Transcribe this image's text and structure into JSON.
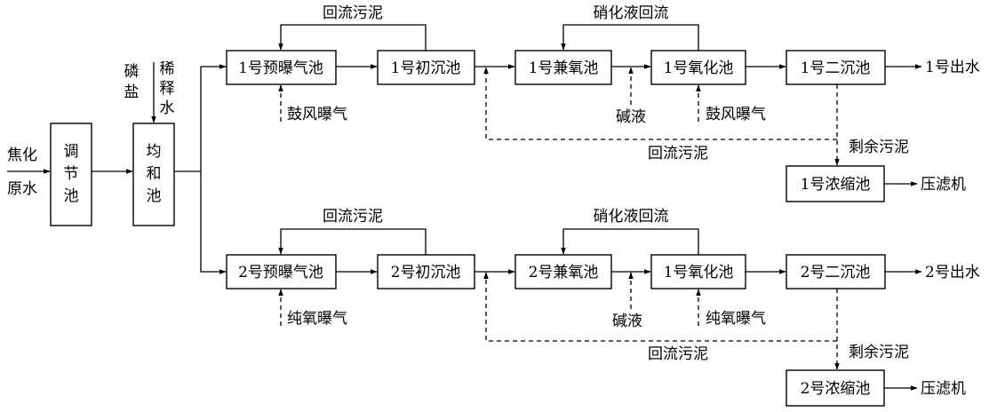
{
  "feed": {
    "line1": "焦化",
    "line2": "原水"
  },
  "regulating_tank": [
    "调",
    "节",
    "池"
  ],
  "equalization_tank": [
    "均",
    "和",
    "池"
  ],
  "phosphate": [
    "磷",
    "盐"
  ],
  "dilution_water": [
    "稀",
    "释",
    "水"
  ],
  "train1": {
    "pre_aeration": "1号预曝气池",
    "primary_clarifier": "1号初沉池",
    "anoxic": "1号兼氧池",
    "oxic": "1号氧化池",
    "secondary_clarifier": "1号二沉池",
    "effluent": "1号出水",
    "sludge_return_top": "回流污泥",
    "nitrate_return": "硝化液回流",
    "aeration_pre": "鼓风曝气",
    "alkali": "碱液",
    "aeration_oxic": "鼓风曝气",
    "sludge_return_bottom": "回流污泥",
    "excess_sludge": "剩余污泥",
    "thickener": "1号浓缩池",
    "filter_press": "压滤机"
  },
  "train2": {
    "pre_aeration": "2号预曝气池",
    "primary_clarifier": "2号初沉池",
    "anoxic": "2号兼氧池",
    "oxic": "1号氧化池",
    "secondary_clarifier": "2号二沉池",
    "effluent": "2号出水",
    "sludge_return_top": "回流污泥",
    "nitrate_return": "硝化液回流",
    "aeration_pre": "纯氧曝气",
    "alkali": "碱液",
    "aeration_oxic": "纯氧曝气",
    "sludge_return_bottom": "回流污泥",
    "excess_sludge": "剩余污泥",
    "thickener": "2号浓缩池",
    "filter_press": "压滤机"
  }
}
